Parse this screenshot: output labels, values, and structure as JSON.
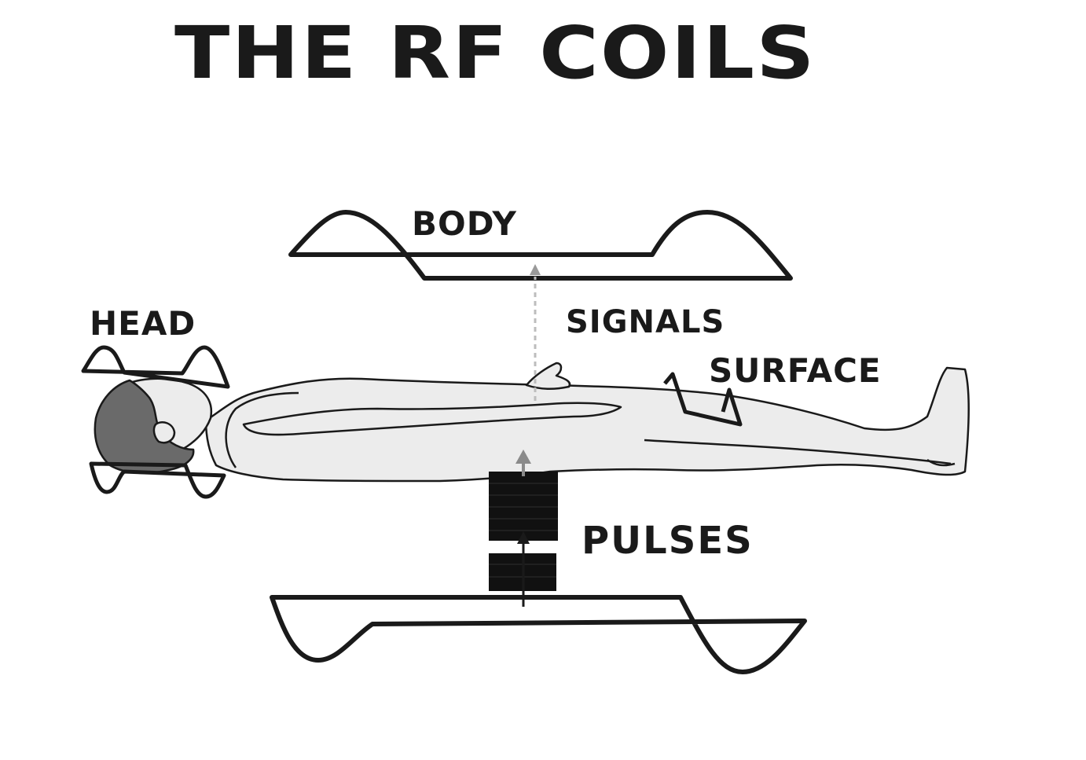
{
  "title": "THE RF COILS",
  "labels": {
    "body": "BODY",
    "head": "HEAD",
    "signals": "SIGNALS",
    "surface": "SURFACE",
    "pulses": "PULSES"
  },
  "colors": {
    "ink": "#1a1a1a",
    "body_fill": "#ececec",
    "hair_fill": "#6a6a6a",
    "signal_arrow": "#8a8a8a",
    "transmitter_block": "#111111"
  }
}
